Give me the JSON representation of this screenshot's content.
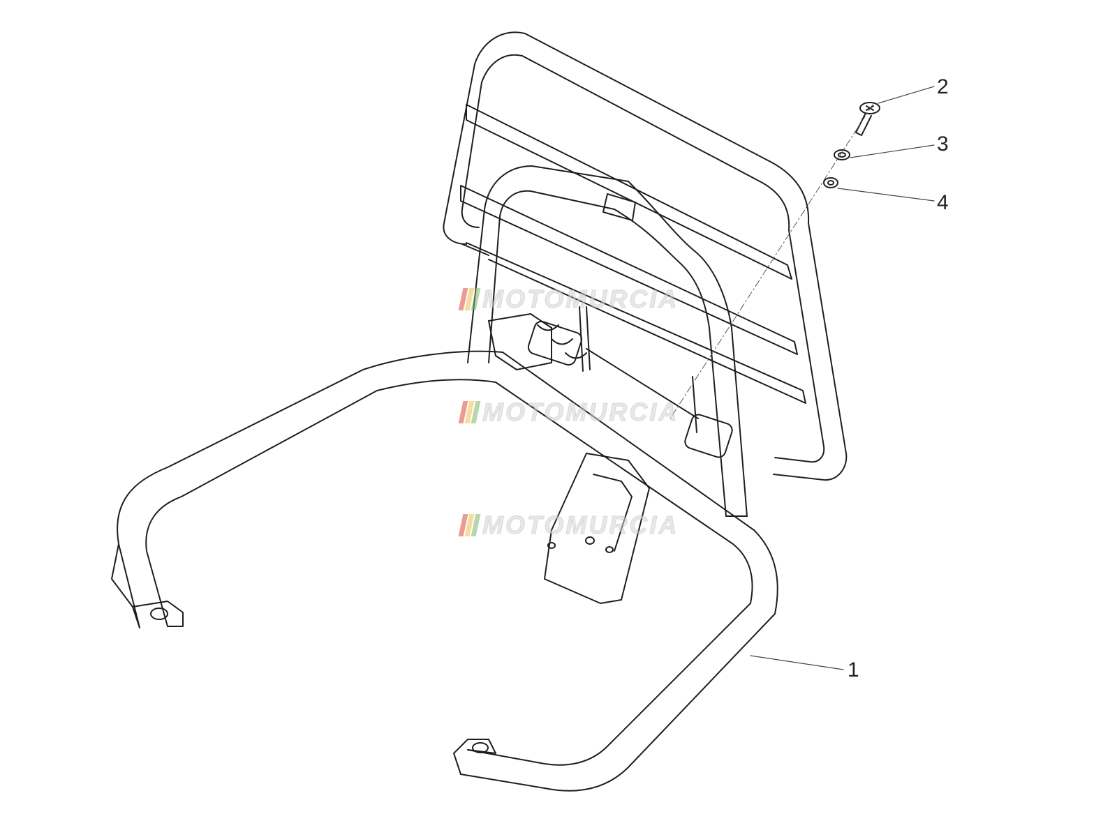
{
  "diagram": {
    "callouts": [
      {
        "id": "1",
        "label": "1"
      },
      {
        "id": "2",
        "label": "2"
      },
      {
        "id": "3",
        "label": "3"
      },
      {
        "id": "4",
        "label": "4"
      }
    ],
    "watermark": {
      "text": "MOTOMURCIA",
      "stripe_colors": [
        "#d94a3a",
        "#f0c24a",
        "#7cb66b"
      ]
    },
    "line_color": "#1e1e1e"
  }
}
